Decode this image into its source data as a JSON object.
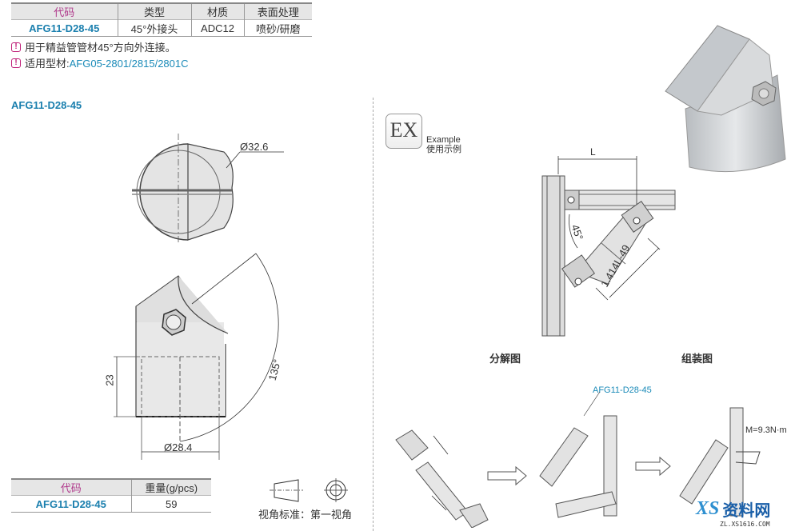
{
  "spec_table": {
    "headers": [
      "代码",
      "类型",
      "材质",
      "表面处理"
    ],
    "rows": [
      [
        "AFG11-D28-45",
        "45°外接头",
        "ADC12",
        "喷砂/研磨"
      ]
    ]
  },
  "notes": [
    {
      "text": "用于精益管管材45°方向外连接。",
      "link": ""
    },
    {
      "text": "适用型材:",
      "link": "AFG05-2801/2815/2801C"
    }
  ],
  "drawing": {
    "title": "AFG11-D28-45",
    "dim_top_dia": "Ø32.6",
    "dim_height": "23",
    "dim_bottom_dia": "Ø28.4",
    "dim_angle": "135°"
  },
  "weight_table": {
    "headers": [
      "代码",
      "重量(g/pcs)"
    ],
    "rows": [
      [
        "AFG11-D28-45",
        "59"
      ]
    ]
  },
  "projection": {
    "label": "视角标准：第一视角"
  },
  "example": {
    "badge": "EX",
    "label_en": "Example",
    "label_cn": "使用示例",
    "dim_L": "L",
    "dim_angle": "45°",
    "dim_length": "1.414L-49"
  },
  "assembly": {
    "exploded_label": "分解图",
    "assembled_label": "组装图",
    "part_callout": "AFG11-D28-45",
    "torque": "M=9.3N·m"
  },
  "watermark": {
    "brand": "资料网",
    "url": "ZL.XS1616.COM"
  }
}
